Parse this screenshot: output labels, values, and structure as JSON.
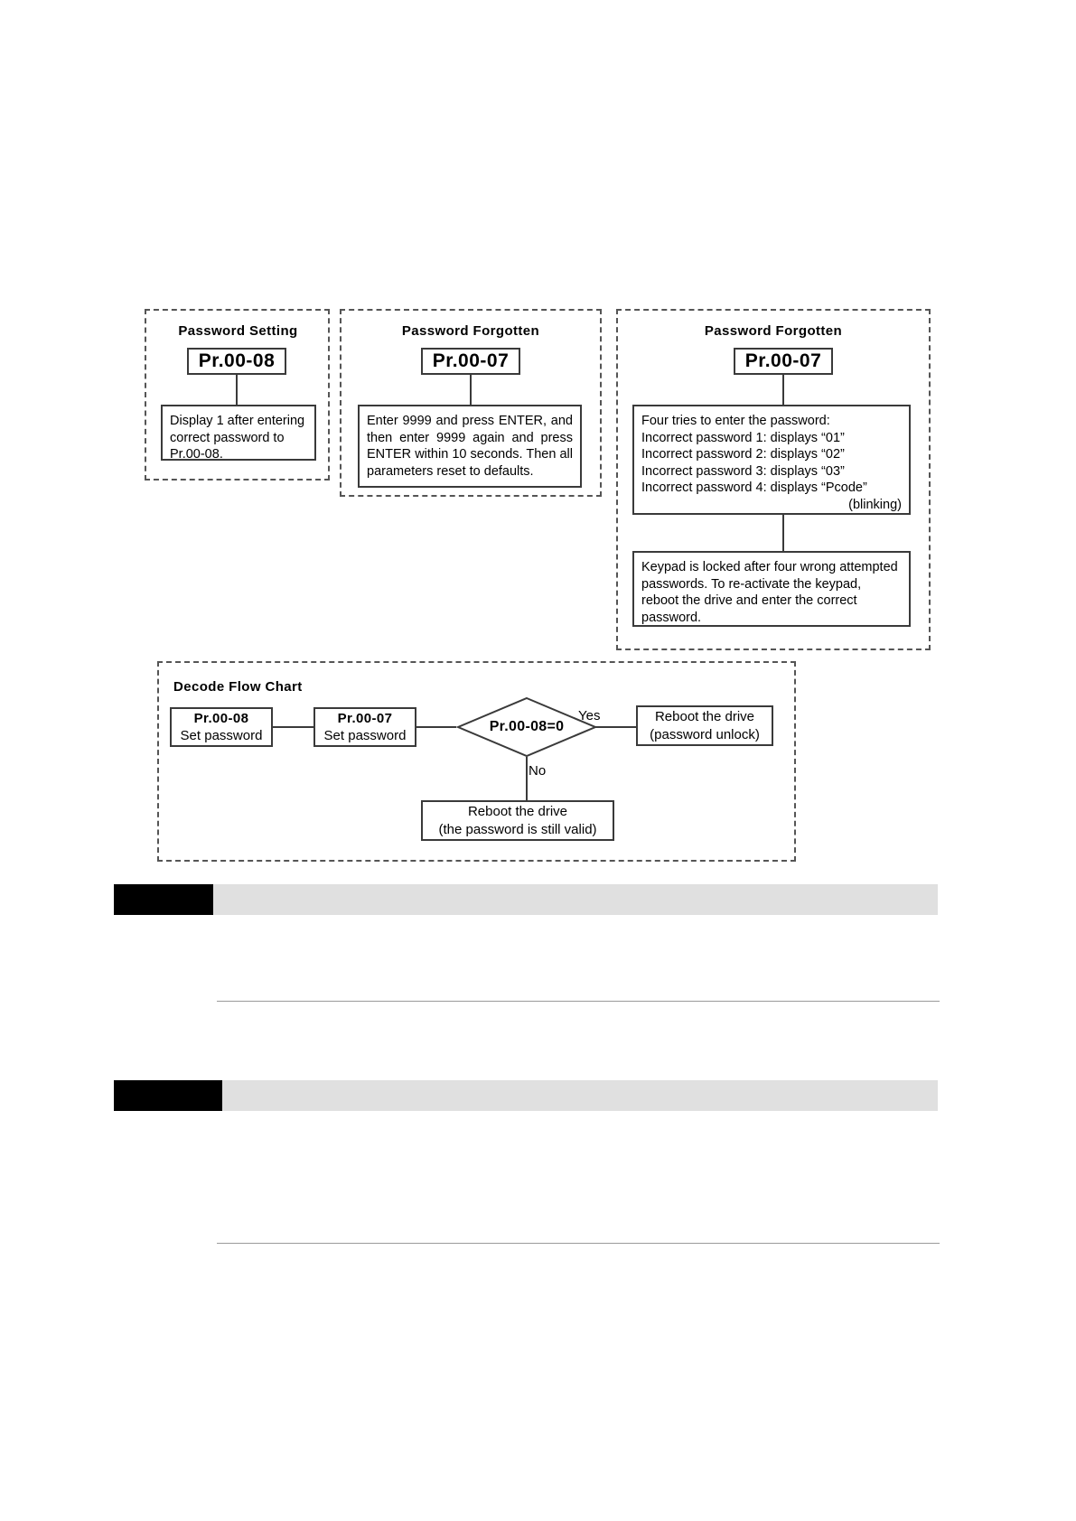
{
  "document": {
    "type": "parameter-password-diagram"
  },
  "panels": [
    {
      "id": "password-setting",
      "title": "Password Setting",
      "parameter": "Pr.00-08",
      "body": "Display 1 after entering correct password to Pr.00-08."
    },
    {
      "id": "password-forgotten-reset",
      "title": "Password Forgotten",
      "parameter": "Pr.00-07",
      "body": "Enter 9999 and press ENTER, and then enter 9999 again and press ENTER within 10 seconds. Then all parameters reset to defaults."
    },
    {
      "id": "password-forgotten-lock",
      "title": "Password Forgotten",
      "parameter": "Pr.00-07",
      "attempts": {
        "heading": "Four tries to enter the password:",
        "lines": [
          "Incorrect password 1: displays “01”",
          "Incorrect password 2: displays “02”",
          "Incorrect password 3: displays “03”",
          "Incorrect password 4: displays “Pcode”"
        ],
        "note": "(blinking)"
      },
      "locked": "Keypad is locked after four wrong attempted passwords. To re-activate the keypad, reboot the drive and enter the correct password."
    }
  ],
  "flowchart": {
    "title": "Decode Flow Chart",
    "nodes": {
      "node1_param": "Pr.00-08",
      "node1_action": "Set password",
      "node2_param": "Pr.00-07",
      "node2_action": "Set password",
      "decision": "Pr.00-08=0",
      "yes_line1": "Reboot the drive",
      "yes_line2": "(password unlock)",
      "no_line1": "Reboot the drive",
      "no_line2": "(the password is still valid)"
    },
    "edges": {
      "yes": "Yes",
      "no": "No"
    }
  },
  "colors": {
    "line": "#3a3a3a",
    "dashed": "#555555",
    "bar_black": "#000000",
    "bar_grey": "#e0e0e0",
    "rule": "#9a9a9a"
  }
}
